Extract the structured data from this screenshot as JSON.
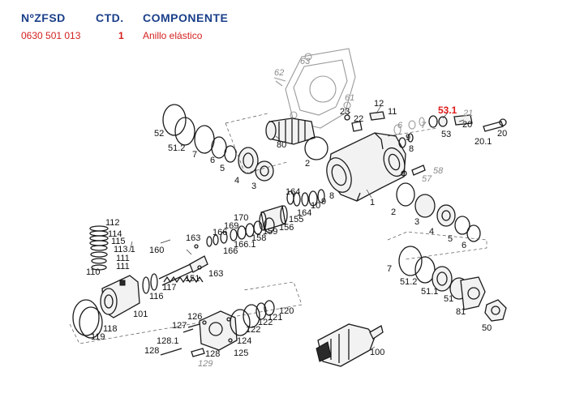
{
  "header": {
    "col_ref": "NºZFSD",
    "col_qty": "CTD.",
    "col_component": "COMPONENTE",
    "ref_value": "0630 501 013",
    "qty_value": "1",
    "component_value": "Anillo elástico"
  },
  "highlight_color": "#e01a1a",
  "header_color": "#1a3f8a",
  "callouts": {
    "c53_1": "53.1",
    "c21": "21",
    "c20a": "20",
    "c20b": "20",
    "c20_1": "20.1",
    "c53": "53",
    "c12": "12",
    "c11": "11",
    "c23": "23",
    "c22": "22",
    "c9a": "9",
    "c8a": "8",
    "c6a": "6",
    "c7a": "7",
    "c63": "63",
    "c62": "62",
    "c61": "61",
    "c52": "52",
    "c51_2a": "51.2",
    "c7b": "7",
    "c6b": "6",
    "c5a": "5",
    "c80": "80",
    "c2a": "2",
    "c4a": "4",
    "c3a": "3",
    "c58": "58",
    "c57": "57",
    "c1": "1",
    "c164a": "164",
    "c164b": "164",
    "c155": "155",
    "c156": "156",
    "c10": "10",
    "c9b": "9",
    "c8b": "8",
    "c2b": "2",
    "c3b": "3",
    "c4b": "4",
    "c5b": "5",
    "c6c": "6",
    "c112": "112",
    "c114": "114",
    "c115": "115",
    "c113_1": "113.1",
    "c111a": "111",
    "c111b": "111",
    "c110": "110",
    "c170": "170",
    "c169": "169",
    "c166a": "166",
    "c166b": "166",
    "c166_1": "166.1",
    "c158": "158",
    "c159": "159",
    "c163a": "163",
    "c163b": "163",
    "c160": "160",
    "c151": "151",
    "c117": "117",
    "c116": "116",
    "c101": "101",
    "c118": "118",
    "c119": "119",
    "c7c": "7",
    "c51_2b": "51.2",
    "c51_1": "51.1",
    "c51": "51",
    "c81": "81",
    "c50": "50",
    "c126": "126",
    "c127": "127",
    "c128_1": "128.1",
    "c128a": "128",
    "c128b": "128",
    "c129": "129",
    "c122a": "122",
    "c122b": "122",
    "c121": "121",
    "c120": "120",
    "c124": "124",
    "c125": "125",
    "c100": "100"
  }
}
